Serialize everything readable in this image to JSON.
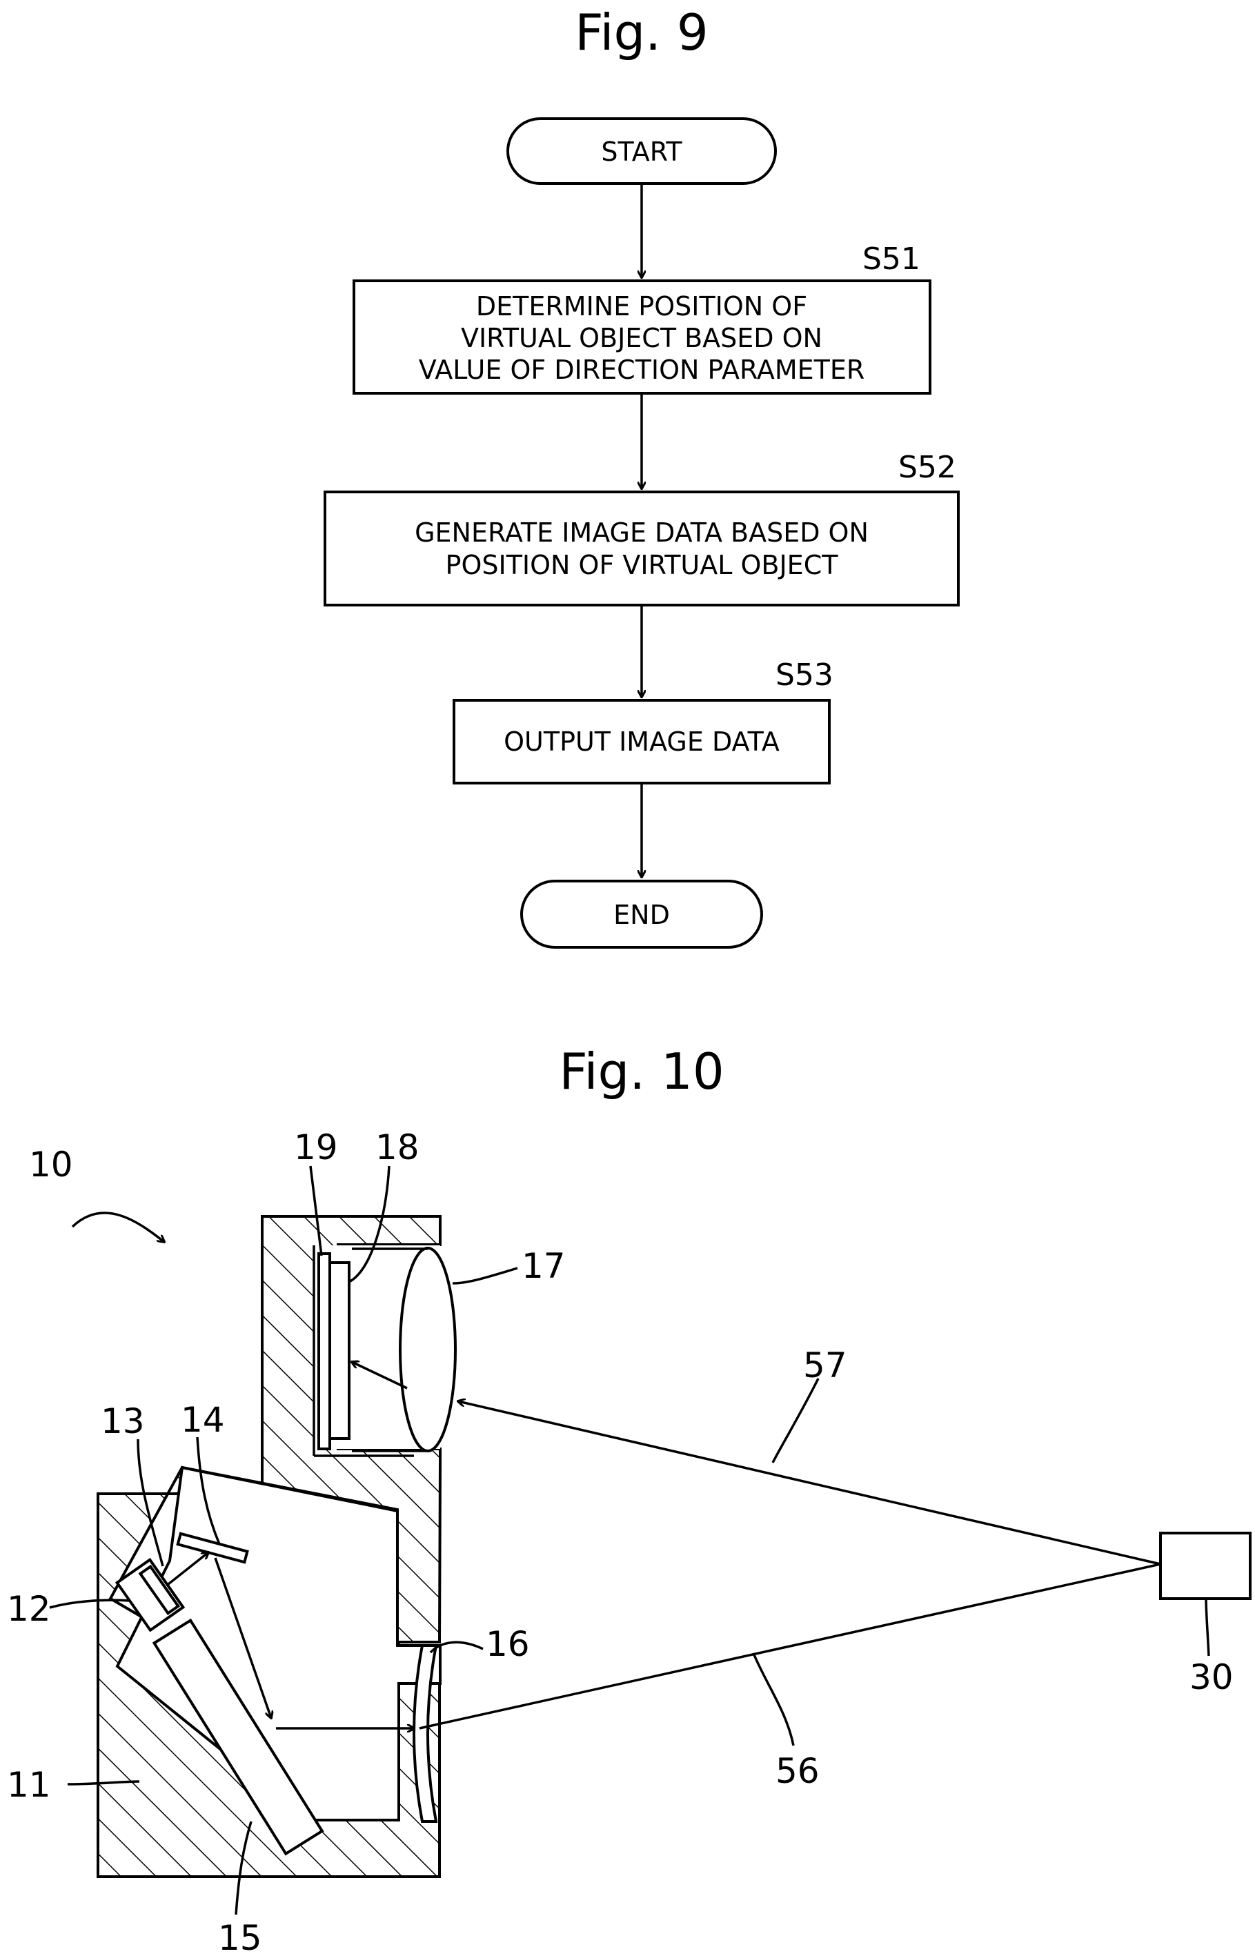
{
  "fig9": {
    "title": "Fig. 9",
    "start": "START",
    "end": "END",
    "steps": [
      {
        "id": "S51",
        "lines": [
          "DETERMINE POSITION OF",
          "VIRTUAL OBJECT BASED ON",
          "VALUE OF DIRECTION PARAMETER"
        ]
      },
      {
        "id": "S52",
        "lines": [
          "GENERATE IMAGE DATA BASED ON",
          "POSITION OF VIRTUAL OBJECT"
        ]
      },
      {
        "id": "S53",
        "lines": [
          "OUTPUT IMAGE DATA"
        ]
      }
    ]
  },
  "fig10": {
    "title": "Fig. 10",
    "refs": {
      "device": "10",
      "housing": "11",
      "part12": "12",
      "part13": "13",
      "part14": "14",
      "part15": "15",
      "window16": "16",
      "lens17": "17",
      "part18": "18",
      "part19": "19",
      "target": "30",
      "beam56": "56",
      "beam57": "57"
    }
  }
}
